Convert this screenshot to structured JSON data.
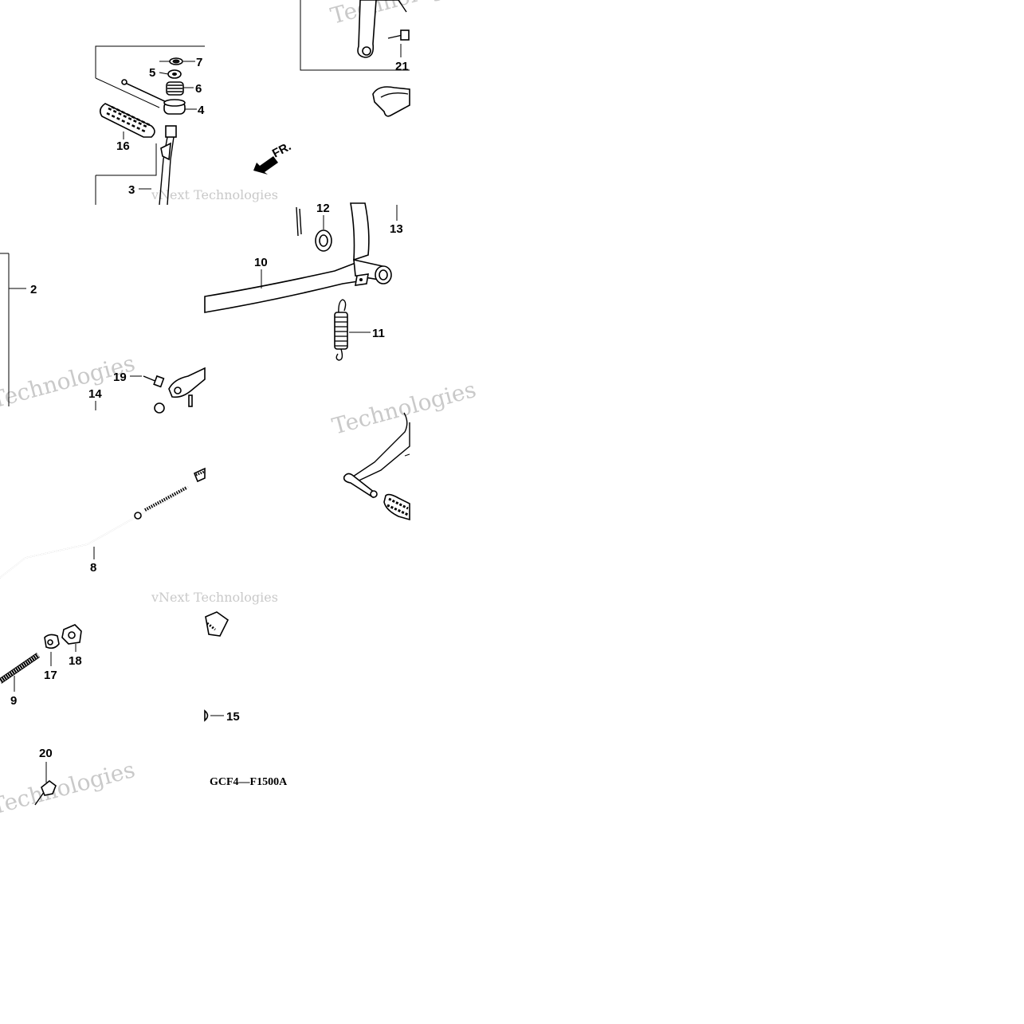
{
  "diagram": {
    "code": "GCF4—F1500A",
    "direction_label": "FR.",
    "callouts": [
      {
        "id": "c7",
        "text": "7"
      },
      {
        "id": "c5",
        "text": "5"
      },
      {
        "id": "c6",
        "text": "6"
      },
      {
        "id": "c4",
        "text": "4"
      },
      {
        "id": "c16",
        "text": "16"
      },
      {
        "id": "c3",
        "text": "3"
      },
      {
        "id": "c21",
        "text": "21"
      },
      {
        "id": "c12",
        "text": "12"
      },
      {
        "id": "c13",
        "text": "13"
      },
      {
        "id": "c10",
        "text": "10"
      },
      {
        "id": "c11",
        "text": "11"
      },
      {
        "id": "c2",
        "text": "2"
      },
      {
        "id": "c19",
        "text": "19"
      },
      {
        "id": "c14",
        "text": "14"
      },
      {
        "id": "c8",
        "text": "8"
      },
      {
        "id": "c17",
        "text": "17"
      },
      {
        "id": "c18",
        "text": "18"
      },
      {
        "id": "c9",
        "text": "9"
      },
      {
        "id": "c15",
        "text": "15"
      },
      {
        "id": "c20",
        "text": "20"
      }
    ],
    "watermarks": [
      "vNext Technologies",
      "Technologies"
    ],
    "colors": {
      "ink": "#000000",
      "background": "#ffffff",
      "watermark": "#c9c9c9"
    }
  }
}
